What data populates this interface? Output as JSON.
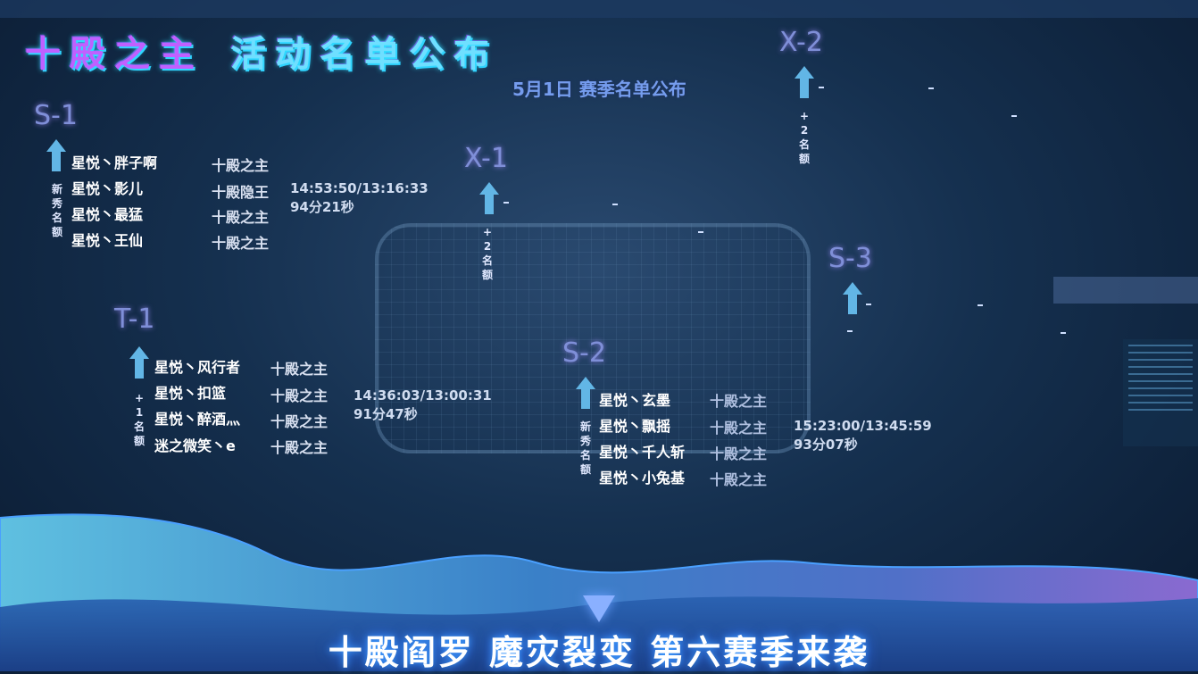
{
  "header": {
    "title_a": "十殿之主",
    "title_b": "活动名单公布",
    "subtitle": "5月1日 赛季名单公布"
  },
  "zones": {
    "s1": {
      "label": "S-1",
      "tag": "新秀名额",
      "players": [
        {
          "name": "星悦丶胖子啊",
          "guild": "十殿之主"
        },
        {
          "name": "星悦丶影儿",
          "guild": "十殿隐王"
        },
        {
          "name": "星悦丶最猛",
          "guild": "十殿之主"
        },
        {
          "name": "星悦丶王仙",
          "guild": "十殿之主"
        }
      ],
      "time": "14:53:50/13:16:33",
      "duration": "94分21秒"
    },
    "t1": {
      "label": "T-1",
      "tag": "+1名额",
      "players": [
        {
          "name": "星悦丶风行者",
          "guild": "十殿之主"
        },
        {
          "name": "星悦丶扣篮",
          "guild": "十殿之主"
        },
        {
          "name": "星悦丶醉酒灬",
          "guild": "十殿之主"
        },
        {
          "name": "迷之微笑丶e",
          "guild": "十殿之主"
        }
      ],
      "time": "14:36:03/13:00:31",
      "duration": "91分47秒"
    },
    "x1": {
      "label": "X-1",
      "tag": "+2名额"
    },
    "x2": {
      "label": "X-2",
      "tag": "+2名额"
    },
    "s3": {
      "label": "S-3"
    },
    "s2": {
      "label": "S-2",
      "tag": "新秀名额",
      "players": [
        {
          "name": "星悦丶玄墨",
          "guild": "十殿之主"
        },
        {
          "name": "星悦丶飘摇",
          "guild": "十殿之主"
        },
        {
          "name": "星悦丶千人斩",
          "guild": "十殿之主"
        },
        {
          "name": "星悦丶小兔基",
          "guild": "十殿之主"
        }
      ],
      "time": "15:23:00/13:45:59",
      "duration": "93分07秒"
    }
  },
  "footer": {
    "slogan": "十殿阎罗 魔灾裂变 第六赛季来袭"
  },
  "colors": {
    "arrow": "#62b6e6",
    "title_purple": "#c060ff",
    "title_cyan": "#6fdfff",
    "wave_light": "#5fc0e0",
    "wave_purple": "#8a6ad0"
  },
  "icons": [
    "arrow-up-icon",
    "triangle-down-icon"
  ]
}
